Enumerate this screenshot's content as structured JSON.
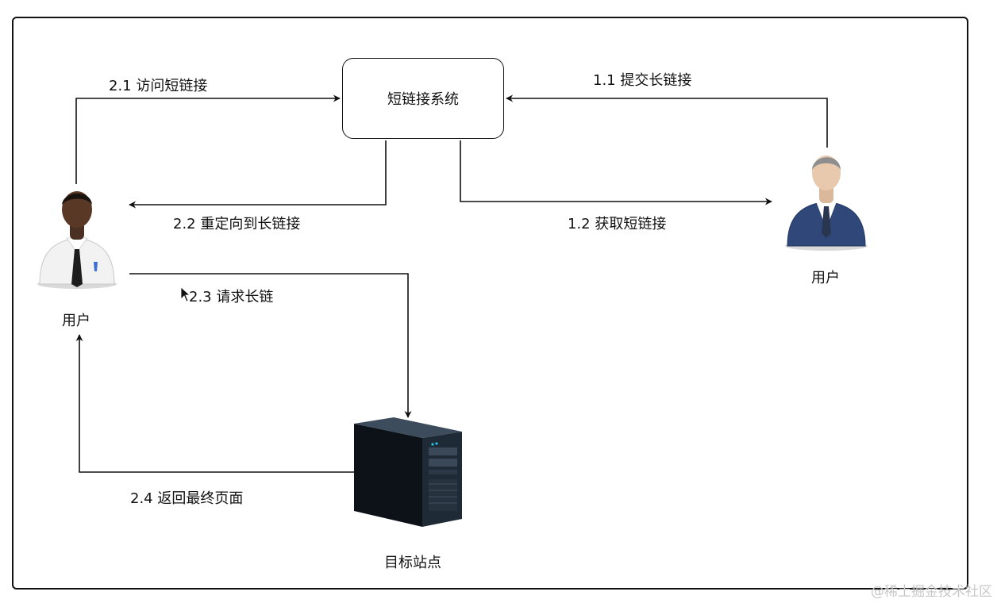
{
  "nodes": {
    "system": "短链接系统",
    "user_left": "用户",
    "user_right": "用户",
    "target_site": "目标站点"
  },
  "edges": {
    "e2_1": "2.1 访问短链接",
    "e2_2": "2.2 重定向到长链接",
    "e2_3": "2.3 请求长链",
    "e2_4": "2.4 返回最终页面",
    "e1_1": "1.1 提交长链接",
    "e1_2": "1.2 获取短链接"
  },
  "icons": {
    "user_left": "person-white-shirt-icon",
    "user_right": "person-business-suit-icon",
    "target_site": "server-tower-icon",
    "cursor": "mouse-cursor-icon"
  },
  "watermark": "@稀土掘金技术社区"
}
